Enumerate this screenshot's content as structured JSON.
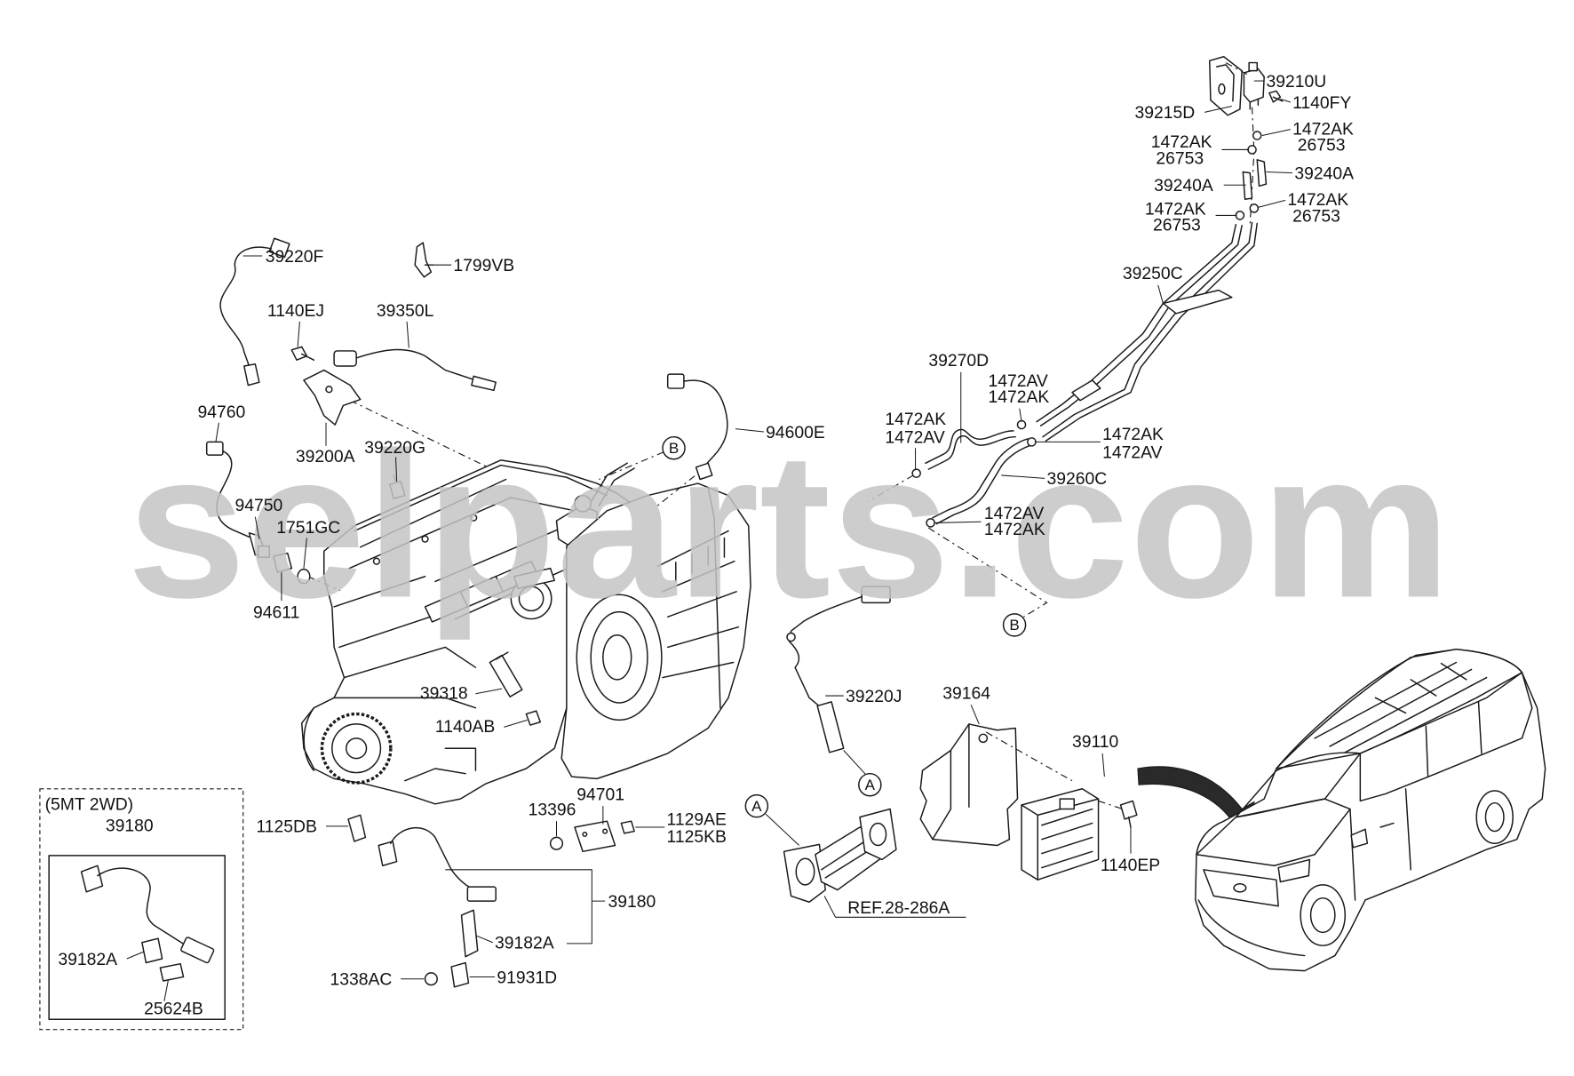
{
  "watermark": "selparts.com",
  "callouts": {
    "vacuum_line": [
      "39210U",
      "1140FY",
      "39215D",
      "1472AK",
      "26753",
      "1472AK",
      "26753",
      "39240A",
      "39240A",
      "1472AK",
      "26753",
      "1472AK",
      "26753",
      "39250C",
      "39270D",
      "1472AV",
      "1472AK",
      "1472AK",
      "1472AV",
      "1472AK",
      "1472AV",
      "39260C",
      "1472AV",
      "1472AK"
    ],
    "engine": [
      "39220F",
      "1799VB",
      "1140EJ",
      "39350L",
      "94760",
      "94600E",
      "39200A",
      "39220G",
      "94750",
      "1751GC",
      "94611",
      "39318",
      "1140AB"
    ],
    "exhaust": [
      "39220J"
    ],
    "ecu": [
      "39164",
      "39110",
      "1140EP"
    ],
    "lower": [
      "13396",
      "94701",
      "1129AE",
      "1125KB",
      "1125DB",
      "39180",
      "39182A",
      "1338AC",
      "91931D"
    ]
  },
  "ref_circles": [
    "B",
    "B",
    "A",
    "A"
  ],
  "ref_note": "REF.28-286A",
  "inset": {
    "title": "(5MT 2WD)",
    "part": "39180",
    "bracket": "39182A",
    "clip": "25624B"
  }
}
